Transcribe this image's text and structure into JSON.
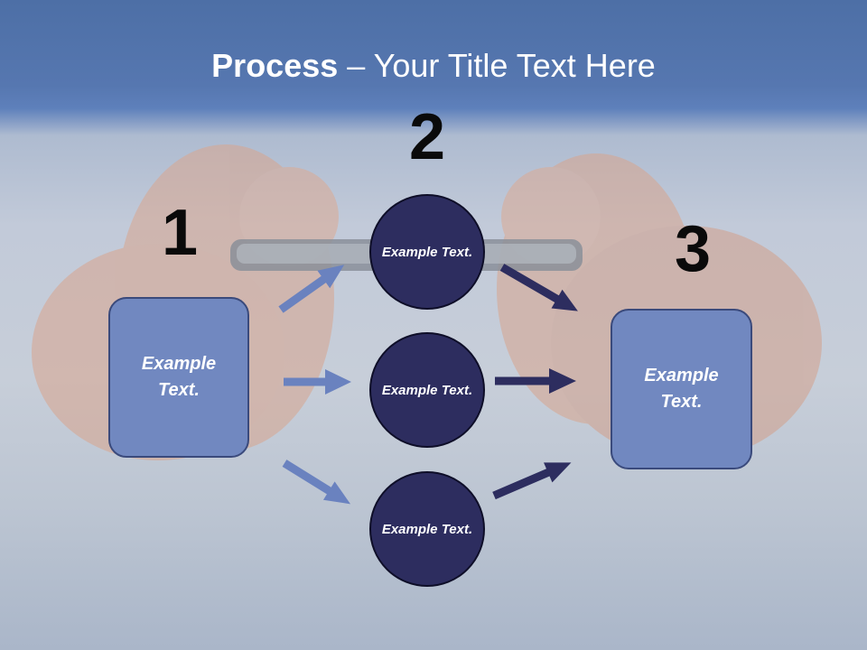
{
  "title": {
    "bold": "Process",
    "rest": " – Your Title Text Here"
  },
  "steps": [
    {
      "number": "1",
      "label": "Example Text."
    },
    {
      "number": "2",
      "circles": [
        {
          "label": "Example Text."
        },
        {
          "label": "Example Text."
        },
        {
          "label": "Example Text."
        }
      ]
    },
    {
      "number": "3",
      "label": "Example Text."
    }
  ],
  "colors": {
    "header_band": "#5677b0",
    "box_fill": "#7188c0",
    "circle_fill": "#2d2d5f",
    "arrow_light": "#6a82bf",
    "arrow_dark": "#2d2d5f"
  }
}
